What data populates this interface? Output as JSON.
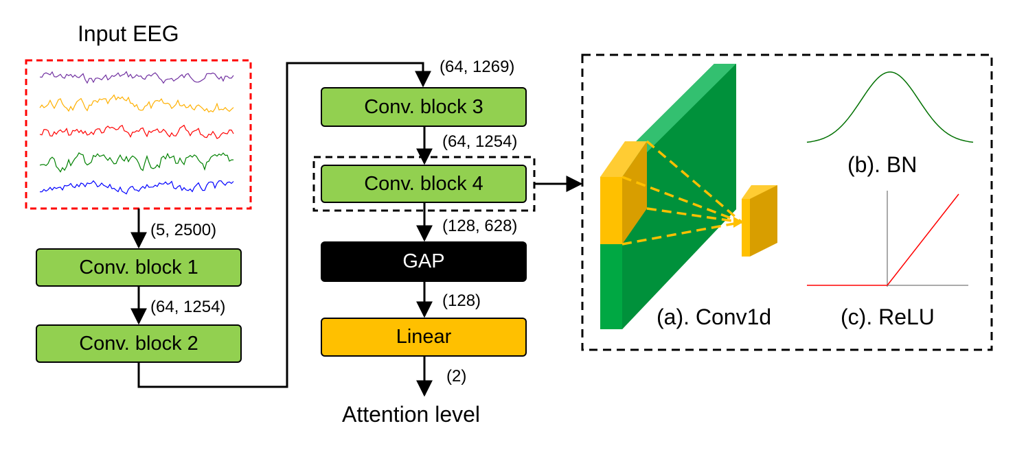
{
  "input": {
    "title": "Input EEG"
  },
  "eeg_colors": [
    "#7030a0",
    "#ffb000",
    "#ff0000",
    "#008000",
    "#0000ff"
  ],
  "blocks": {
    "conv1": "Conv. block 1",
    "conv2": "Conv. block 2",
    "conv3": "Conv. block 3",
    "conv4": "Conv. block 4",
    "gap": "GAP",
    "linear": "Linear"
  },
  "dims": {
    "input_to_conv1": "(5, 2500)",
    "conv1_to_conv2": "(64, 1254)",
    "into_conv3": "(64, 1269)",
    "conv3_to_conv4": "(64, 1254)",
    "conv4_to_gap": "(128, 628)",
    "gap_to_linear": "(128)",
    "linear_out": "(2)"
  },
  "output": {
    "label": "Attention level"
  },
  "detail": {
    "conv1d": "(a). Conv1d",
    "bn": "(b). BN",
    "relu": "(c). ReLU"
  },
  "colors": {
    "block_green": "#92d050",
    "gap_black": "#000000",
    "linear_orange": "#ffc000",
    "kernel_yellow": "#ffc000",
    "feature_green": "#00953a",
    "bn_curve": "#007000",
    "relu_line": "#ff0000"
  }
}
